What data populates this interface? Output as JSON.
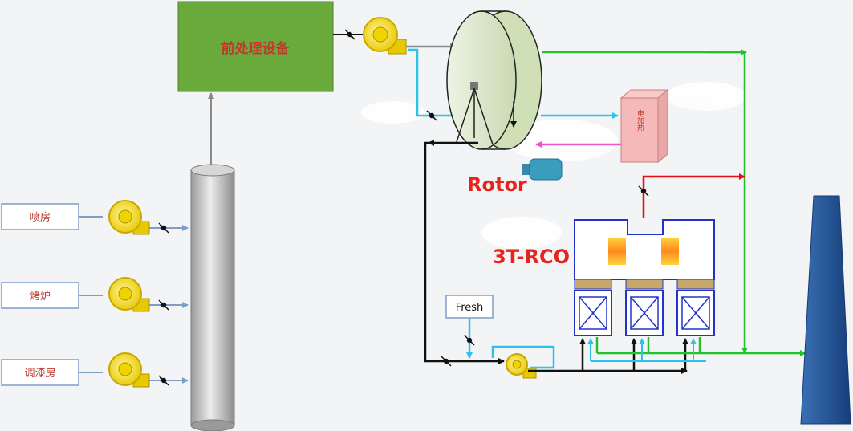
{
  "sources": [
    {
      "label": "喷房"
    },
    {
      "label": "烤炉"
    },
    {
      "label": "调漆房"
    }
  ],
  "pretreatment": {
    "label": "前处理设备"
  },
  "heater": {
    "label": "电加热"
  },
  "rotor": {
    "label": "Rotor"
  },
  "rco": {
    "label": "3T-RCO"
  },
  "fresh": {
    "label": "Fresh"
  },
  "colors": {
    "green_line": "#22c22a",
    "cyan_line": "#29c4ee",
    "red_line": "#e01010",
    "pink_line": "#ee55cc",
    "black_line": "#111111",
    "gray_line": "#8a8a8a",
    "pretreatment_fill": "#6aaa3c",
    "rco_outline": "#2233cc",
    "label_red": "#e8231e",
    "stack_fill": "#24559a"
  }
}
